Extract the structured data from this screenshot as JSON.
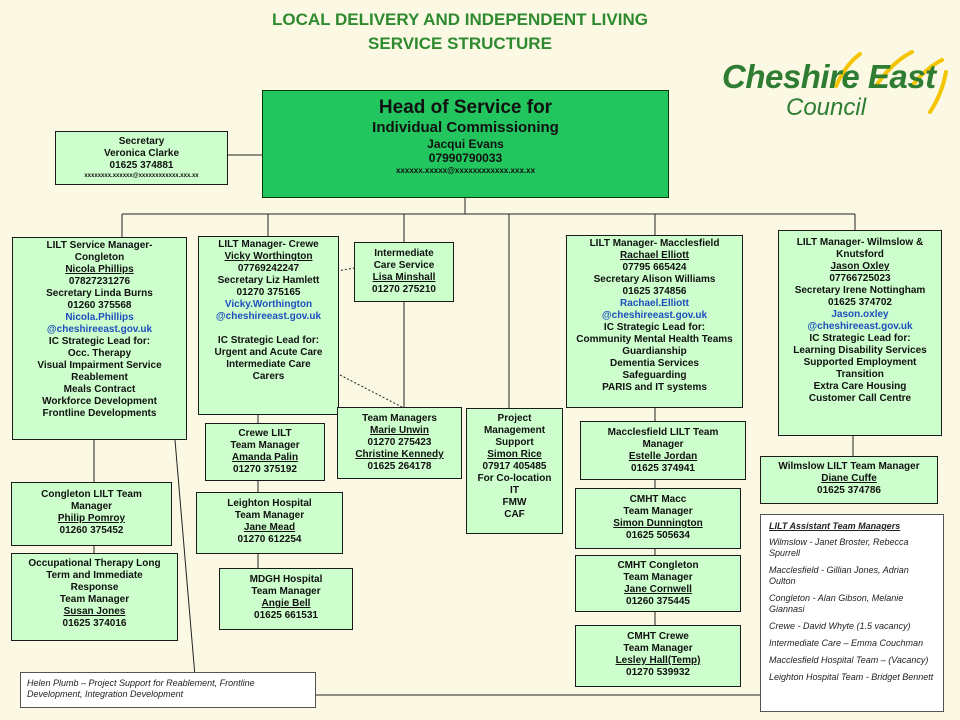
{
  "title": {
    "line1": "LOCAL DELIVERY AND INDEPENDENT LIVING",
    "line2": "SERVICE STRUCTURE"
  },
  "logo": {
    "name": "Cheshire East",
    "sub": "Council",
    "brand_color": "#2e7d32",
    "accent_color": "#f5c400"
  },
  "head": {
    "line1": "Head of Service for",
    "line2": "Individual Commissioning",
    "name": "Jacqui Evans",
    "phone": "07990790033",
    "email": "xxxxxx.xxxxx@xxxxxxxxxxxx.xxx.xx"
  },
  "secretary": {
    "role": "Secretary",
    "name": "Veronica Clarke",
    "phone": "01625 374881",
    "email": "xxxxxxxx.xxxxxx@xxxxxxxxxxxx.xxx.xx"
  },
  "congleton": {
    "l1": "LILT Service Manager-",
    "l2": "Congleton",
    "name": "Nicola Phillips",
    "phone": "07827231276",
    "sec": "Secretary Linda Burns",
    "sec_phone": "01260 375568",
    "email1": "Nicola.Phillips",
    "email2": "@cheshireeast.gov.uk",
    "lead": "IC Strategic Lead for:",
    "items": [
      "Occ. Therapy",
      "Visual Impairment Service",
      "Reablement",
      "Meals Contract",
      "Workforce Development",
      "Frontline Developments"
    ]
  },
  "crewe": {
    "l1": "LILT Manager- Crewe",
    "name": "Vicky Worthington",
    "phone": "07769242247",
    "sec": "Secretary Liz Hamlett",
    "sec_phone": "01270 375165",
    "email1": "Vicky.Worthington",
    "email2": "@cheshireeast.gov.uk",
    "lead": "IC Strategic Lead for:",
    "items": [
      "Urgent and Acute Care",
      "Intermediate Care",
      "Carers"
    ]
  },
  "intermediate": {
    "l1": "Intermediate",
    "l2": "Care Service",
    "name": "Lisa Minshall",
    "phone": "01270 275210"
  },
  "macclesfield": {
    "l1": "LILT Manager- Macclesfield",
    "name": "Rachael Elliott",
    "phone": "07795 665424",
    "sec": "Secretary Alison Williams",
    "sec_phone": "01625 374856",
    "email1": "Rachael.Elliott",
    "email2": "@cheshireeast.gov.uk",
    "lead": "IC Strategic Lead for:",
    "items": [
      "Community Mental Health Teams",
      "Guardianship",
      "Dementia Services",
      "Safeguarding",
      "PARIS and IT systems"
    ]
  },
  "wilmslow": {
    "l1": "LILT Manager- Wilmslow &",
    "l2": "Knutsford",
    "name": "Jason Oxley",
    "phone": "07766725023",
    "sec": "Secretary Irene Nottingham",
    "sec_phone": "01625 374702",
    "email1": "Jason.oxley",
    "email2": "@cheshireeast.gov.uk",
    "lead": "IC Strategic Lead for:",
    "items": [
      "Learning Disability Services",
      "Supported Employment",
      "Transition",
      "Extra Care Housing",
      "Customer Call Centre"
    ]
  },
  "team_managers": {
    "title": "Team Managers",
    "name1": "Marie Unwin",
    "phone1": "01270 275423",
    "name2": "Christine Kennedy",
    "phone2": "01625 264178"
  },
  "project": {
    "lines": [
      "Project",
      "Management",
      "Support"
    ],
    "name": "Simon Rice",
    "phone": "07917 405485",
    "extra": [
      "For Co-location",
      "IT",
      "FMW",
      "CAF"
    ]
  },
  "crewe_lilt": {
    "l1": "Crewe LILT",
    "l2": "Team Manager",
    "name": "Amanda Palin",
    "phone": "01270 375192"
  },
  "leighton": {
    "l1": "Leighton Hospital",
    "l2": "Team Manager",
    "name": "Jane Mead",
    "phone": "01270 612254"
  },
  "mdgh": {
    "l1": "MDGH Hospital",
    "l2": "Team Manager",
    "name": "Angie Bell",
    "phone": "01625 661531"
  },
  "congleton_lilt": {
    "l1": "Congleton LILT Team",
    "l2": "Manager",
    "name": "Philip Pomroy",
    "phone": "01260 375452"
  },
  "ot": {
    "l1": "Occupational Therapy  Long",
    "l2": "Term and Immediate",
    "l3": "Response",
    "l4": "Team Manager",
    "name": "Susan Jones",
    "phone": "01625 374016"
  },
  "macc_lilt": {
    "l1": "Macclesfield LILT Team",
    "l2": "Manager",
    "name": "Estelle Jordan",
    "phone": "01625 374941"
  },
  "cmht_macc": {
    "l1": "CMHT Macc",
    "l2": "Team Manager",
    "name": "Simon Dunnington",
    "phone": "01625 505634"
  },
  "cmht_congleton": {
    "l1": "CMHT Congleton",
    "l2": "Team Manager",
    "name": "Jane Cornwell",
    "phone": "01260 375445"
  },
  "cmht_crewe": {
    "l1": "CMHT Crewe",
    "l2": "Team Manager",
    "name": "Lesley Hall(Temp)",
    "phone": "01270 539932"
  },
  "wilmslow_lilt": {
    "l1": "Wilmslow LILT Team Manager",
    "name": "Diane Cuffe",
    "phone": "01625 374786"
  },
  "assistants": {
    "title": "LILT Assistant Team Managers",
    "entries": [
      "Wilmslow - Janet Broster, Rebecca Spurrell",
      "Macclesfield - Gillian Jones, Adrian Oulton",
      "Congleton - Alan Gibson, Melanie Giannasi",
      "Crewe - David Whyte (1.5 vacancy)",
      "Intermediate Care – Emma Couchman",
      "Macclesfield Hospital Team – (Vacancy)",
      "Leighton Hospital Team - Bridget Bennett"
    ]
  },
  "helen": {
    "text": "Helen Plumb – Project Support for Reablement, Frontline Development, Integration Development"
  }
}
